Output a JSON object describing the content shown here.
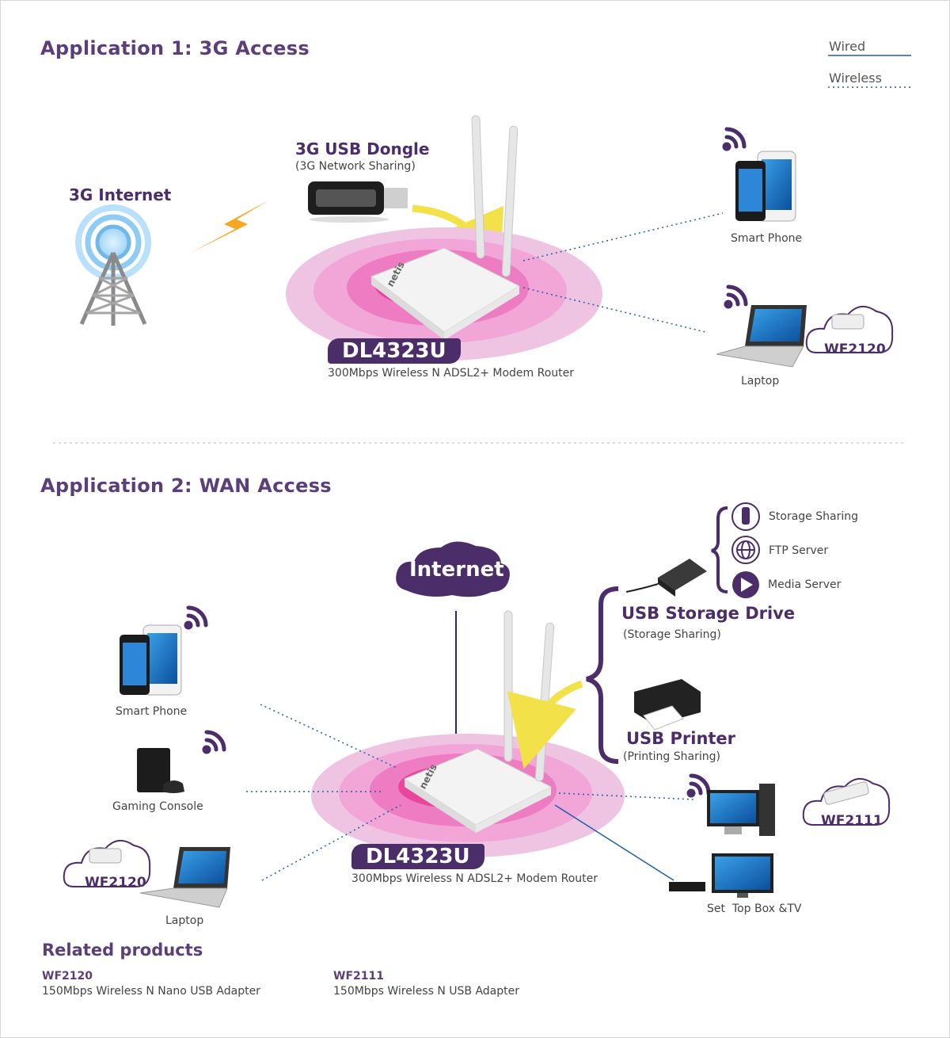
{
  "legend": {
    "wired": "Wired",
    "wireless": "Wireless"
  },
  "app1": {
    "title": "Application 1: 3G Access",
    "internet_label": "3G Internet",
    "dongle_title": "3G USB Dongle",
    "dongle_sub": "(3G Network Sharing)",
    "router_model": "DL4323U",
    "router_desc": "300Mbps Wireless N ADSL2+ Modem Router",
    "smartphone_label": "Smart Phone",
    "laptop_label": "Laptop",
    "adapter_label": "WF2120",
    "router_brand": "netis"
  },
  "app2": {
    "title": "Application 2: WAN Access",
    "internet_label": "Internet",
    "router_model": "DL4323U",
    "router_desc": "300Mbps Wireless N ADSL2+ Modem Router",
    "smartphone_label": "Smart Phone",
    "console_label": "Gaming Console",
    "laptop_label": "Laptop",
    "laptop_adapter": "WF2120",
    "storage_title": "USB Storage Drive",
    "storage_sub": "(Storage Sharing)",
    "printer_title": "USB Printer",
    "printer_sub": "(Printing Sharing)",
    "features": [
      "Storage Sharing",
      "FTP Server",
      "Media Server"
    ],
    "pc_adapter": "WF2111",
    "stb_label": "Set  Top Box &TV",
    "router_brand": "netis"
  },
  "related": {
    "title": "Related products",
    "items": [
      {
        "model": "WF2120",
        "desc": "150Mbps Wireless N Nano USB Adapter"
      },
      {
        "model": "WF2111",
        "desc": "150Mbps Wireless N USB Adapter"
      }
    ]
  },
  "colors": {
    "purple": "#4b2d6a",
    "pink": "#e8469b",
    "yellow": "#f3e14a",
    "blue": "#1f5fa8"
  }
}
